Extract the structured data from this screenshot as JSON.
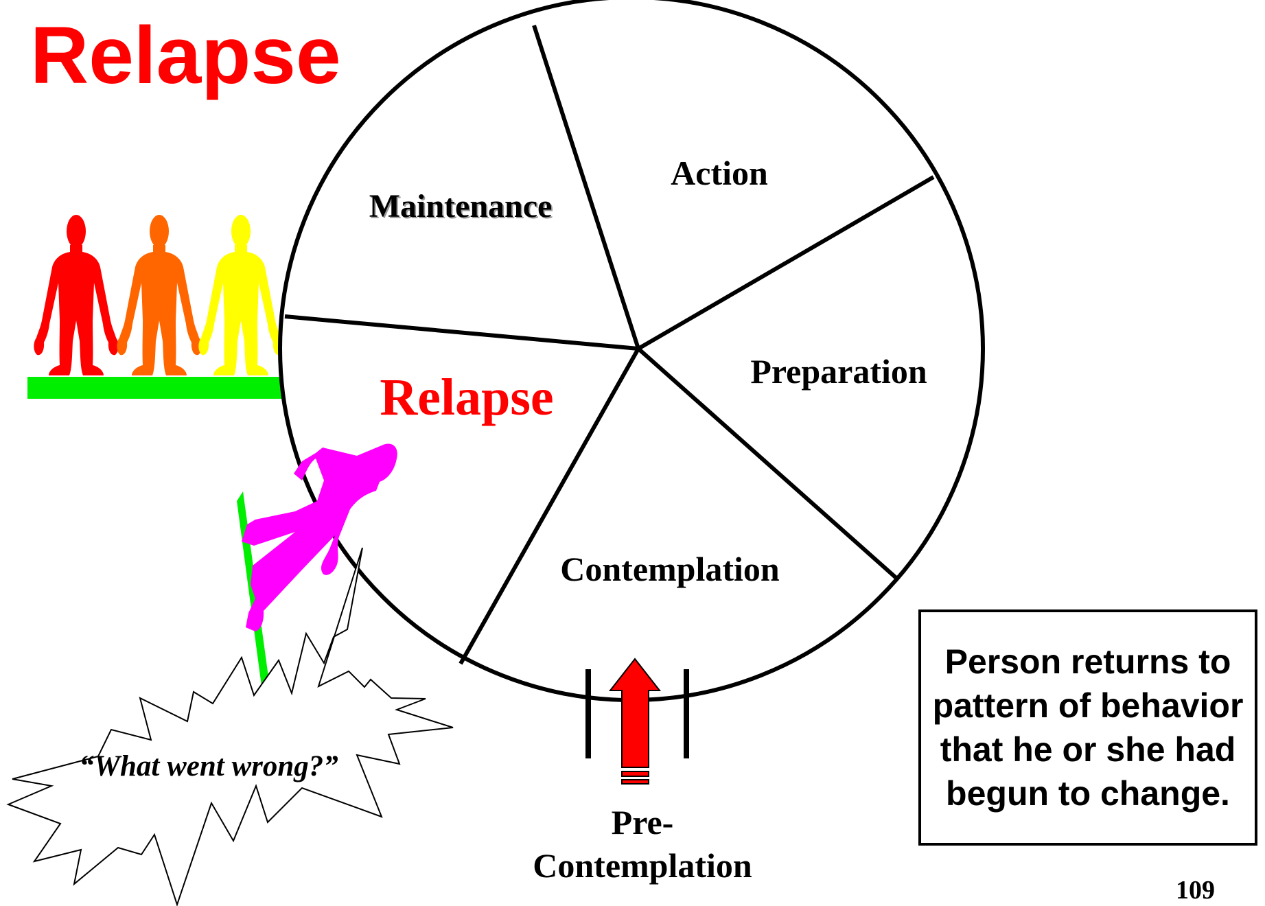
{
  "slide": {
    "title": "Relapse",
    "page_number": "109",
    "note": "Person returns to pattern of behavior that he or she had begun to change."
  },
  "wheel": {
    "segments": {
      "maintenance": "Maintenance",
      "action": "Action",
      "preparation": "Preparation",
      "contemplation": "Contemplation",
      "relapse": "Relapse"
    },
    "entry_label_line1": "Pre-",
    "entry_label_line2": "Contemplation"
  },
  "speech_bubble": {
    "text": "“What went wrong?”"
  },
  "colors": {
    "title": "#ff0000",
    "relapse_label": "#ff0000",
    "figure_red": "#ff0000",
    "figure_orange": "#ff6600",
    "figure_yellow": "#ffff00",
    "falling_figure": "#ff00ff",
    "platform": "#00ee00",
    "arrow": "#ff0000"
  },
  "icons": {
    "standing_figures": "person-icon",
    "falling_figure": "falling-person-icon",
    "entry_arrow": "up-arrow-icon"
  }
}
